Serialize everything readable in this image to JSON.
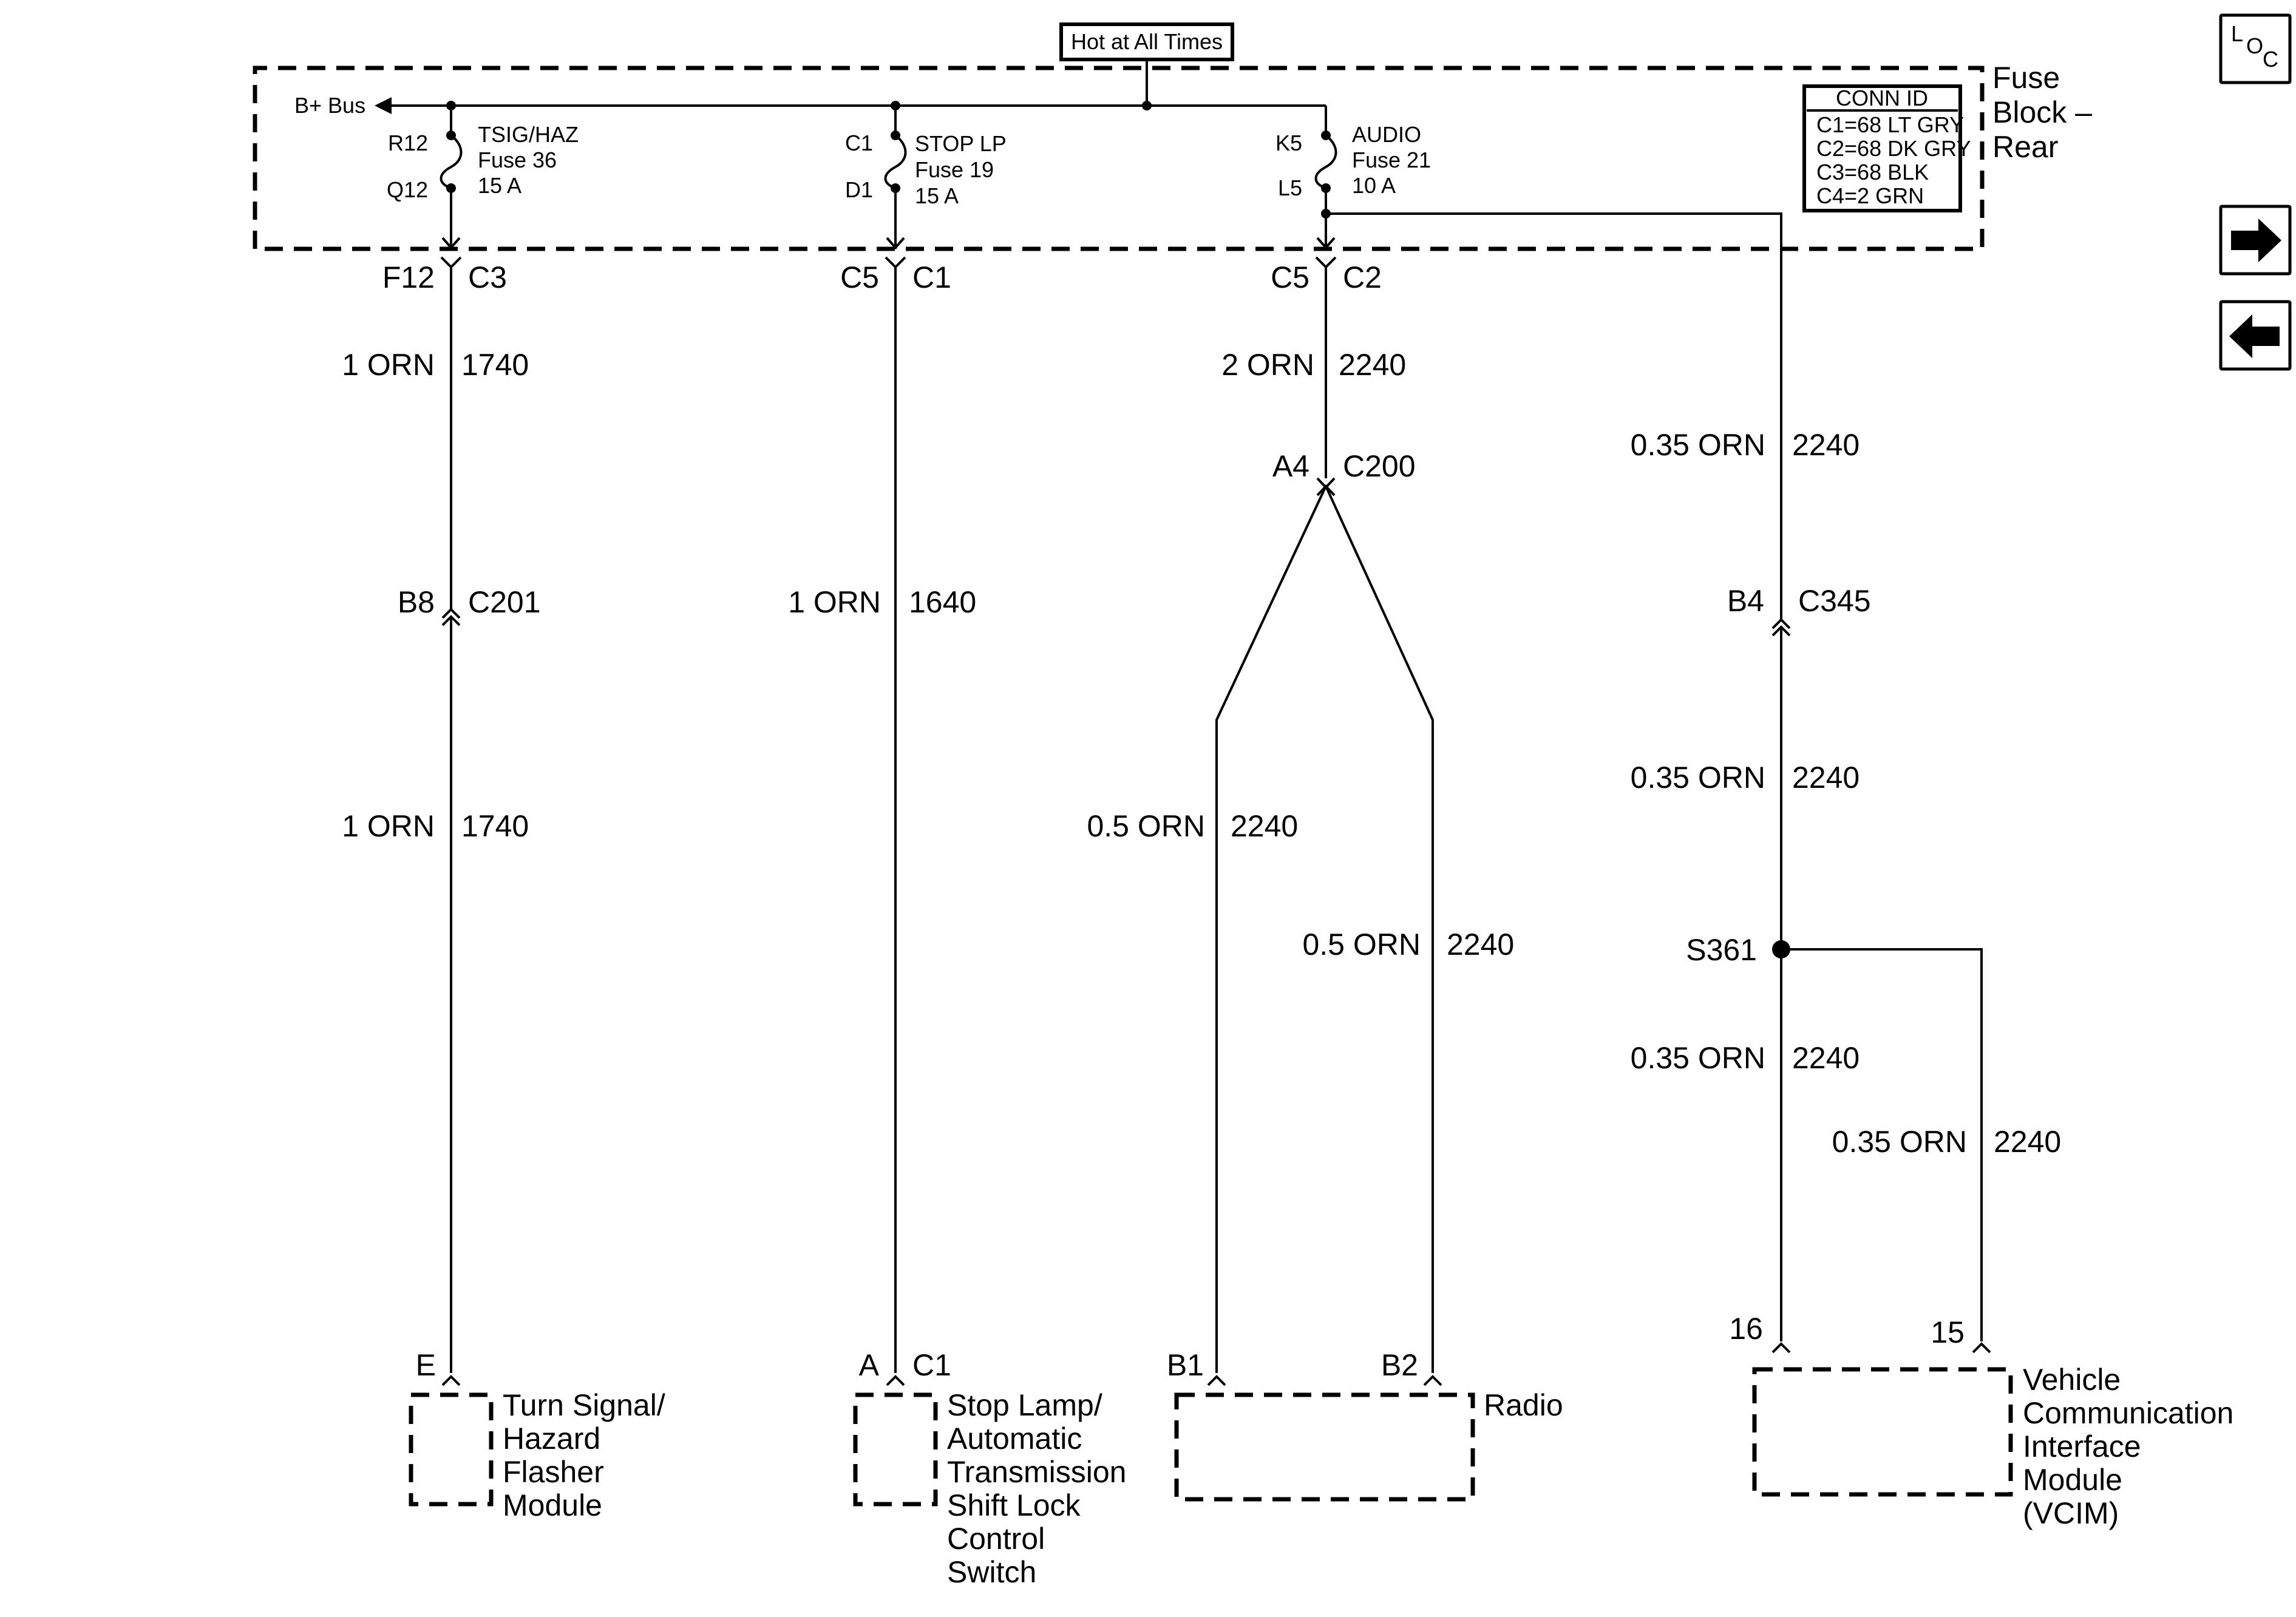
{
  "header": {
    "hot_label": "Hot at All Times"
  },
  "fuse_block": {
    "name": [
      "Fuse",
      "Block –",
      "Rear"
    ],
    "bus_label": "B+ Bus",
    "conn_id": {
      "title": "CONN ID",
      "lines": [
        "C1=68 LT GRY",
        "C2=68 DK GRY",
        "C3=68 BLK",
        "C4=2 GRN"
      ]
    },
    "fuses": [
      {
        "pin_top": "R12",
        "pin_bottom": "Q12",
        "name": "TSIG/HAZ",
        "fuse": "Fuse 36",
        "rating": "15 A"
      },
      {
        "pin_top": "C1",
        "pin_bottom": "D1",
        "name": "STOP LP",
        "fuse": "Fuse 19",
        "rating": "15 A"
      },
      {
        "pin_top": "K5",
        "pin_bottom": "L5",
        "name": "AUDIO",
        "fuse": "Fuse 21",
        "rating": "10 A"
      }
    ]
  },
  "nav": {
    "loc": [
      "L",
      "O",
      "C"
    ]
  },
  "circuits": {
    "c1": {
      "conn_top_pin": "F12",
      "conn_top_id": "C3",
      "wire1_gauge": "1 ORN",
      "wire1_num": "1740",
      "inline_pin": "B8",
      "inline_id": "C201",
      "wire2_gauge": "1 ORN",
      "wire2_num": "1740",
      "end_pin": "E",
      "component": [
        "Turn Signal/",
        "Hazard",
        "Flasher",
        "Module"
      ]
    },
    "c2": {
      "conn_top_pin": "C5",
      "conn_top_id": "C1",
      "wire_gauge": "1 ORN",
      "wire_num": "1640",
      "end_pin": "A",
      "end_conn": "C1",
      "component": [
        "Stop Lamp/",
        "Automatic",
        "Transmission",
        "Shift Lock",
        "Control",
        "Switch"
      ]
    },
    "c3": {
      "conn_top_pin": "C5",
      "conn_top_id": "C2",
      "wire1_gauge": "2 ORN",
      "wire1_num": "2240",
      "inline_pin": "A4",
      "inline_id": "C200",
      "left_gauge": "0.5 ORN",
      "left_num": "2240",
      "right_gauge": "0.5 ORN",
      "right_num": "2240",
      "pin_left": "B1",
      "pin_right": "B2",
      "component": "Radio"
    },
    "c4": {
      "wire1_gauge": "0.35 ORN",
      "wire1_num": "2240",
      "inline_pin": "B4",
      "inline_id": "C345",
      "wire2_gauge": "0.35 ORN",
      "wire2_num": "2240",
      "splice": "S361",
      "wire3_gauge": "0.35 ORN",
      "wire3_num": "2240",
      "wire4_gauge": "0.35 ORN",
      "wire4_num": "2240",
      "pin_left": "16",
      "pin_right": "15",
      "component": [
        "Vehicle",
        "Communication",
        "Interface",
        "Module",
        "(VCIM)"
      ]
    }
  }
}
